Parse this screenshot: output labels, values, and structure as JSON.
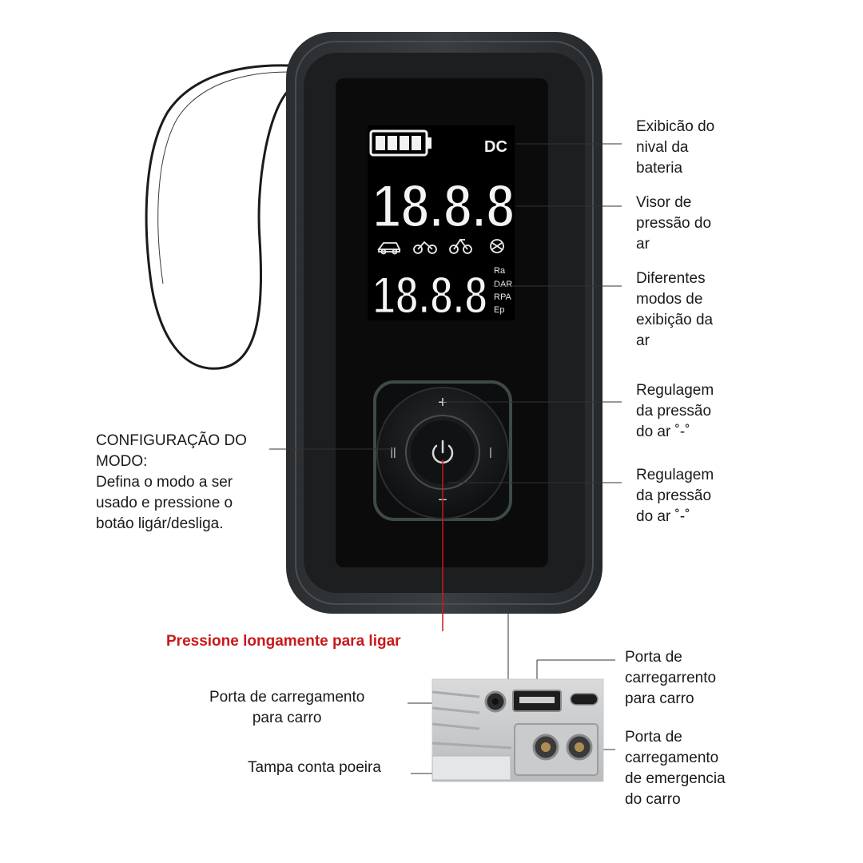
{
  "display": {
    "mode_code": "DC",
    "main_reading": "18.8.8",
    "secondary_reading": "18.8.8",
    "unit_labels": [
      "Ra",
      "DAR",
      "RPA",
      "Ep"
    ]
  },
  "buttons": {
    "plus": "+",
    "minus": "−",
    "left": "||",
    "right": "|"
  },
  "callouts": {
    "battery": "Exibicão do\nnival da\nbateria",
    "pressure_display": "Visor de\npressão do\nar",
    "display_modes": "Diferentes\nmodos de\nexibição da\nar",
    "pressure_up": "Regulagem\nda pressão\ndo ar ˚-˚",
    "pressure_down": "Regulagem\nda pressão\ndo ar ˚-˚",
    "mode_config": "CONFIGURAÇÃO DO\nMODO:\nDefina o modo a ser\nusado e pressione o\nbotáo ligár/desliga.",
    "power_hold": "Pressione longamente para ligar",
    "usb_port": "Porta de\ncarregarrento\npara carro",
    "car_charge_port": "Porta de carregamento\npara carro",
    "dust_cover": "Tampa conta poeira",
    "emergency_port": "Porta de\ncarregamento\nde emergencia\ndo carro"
  }
}
